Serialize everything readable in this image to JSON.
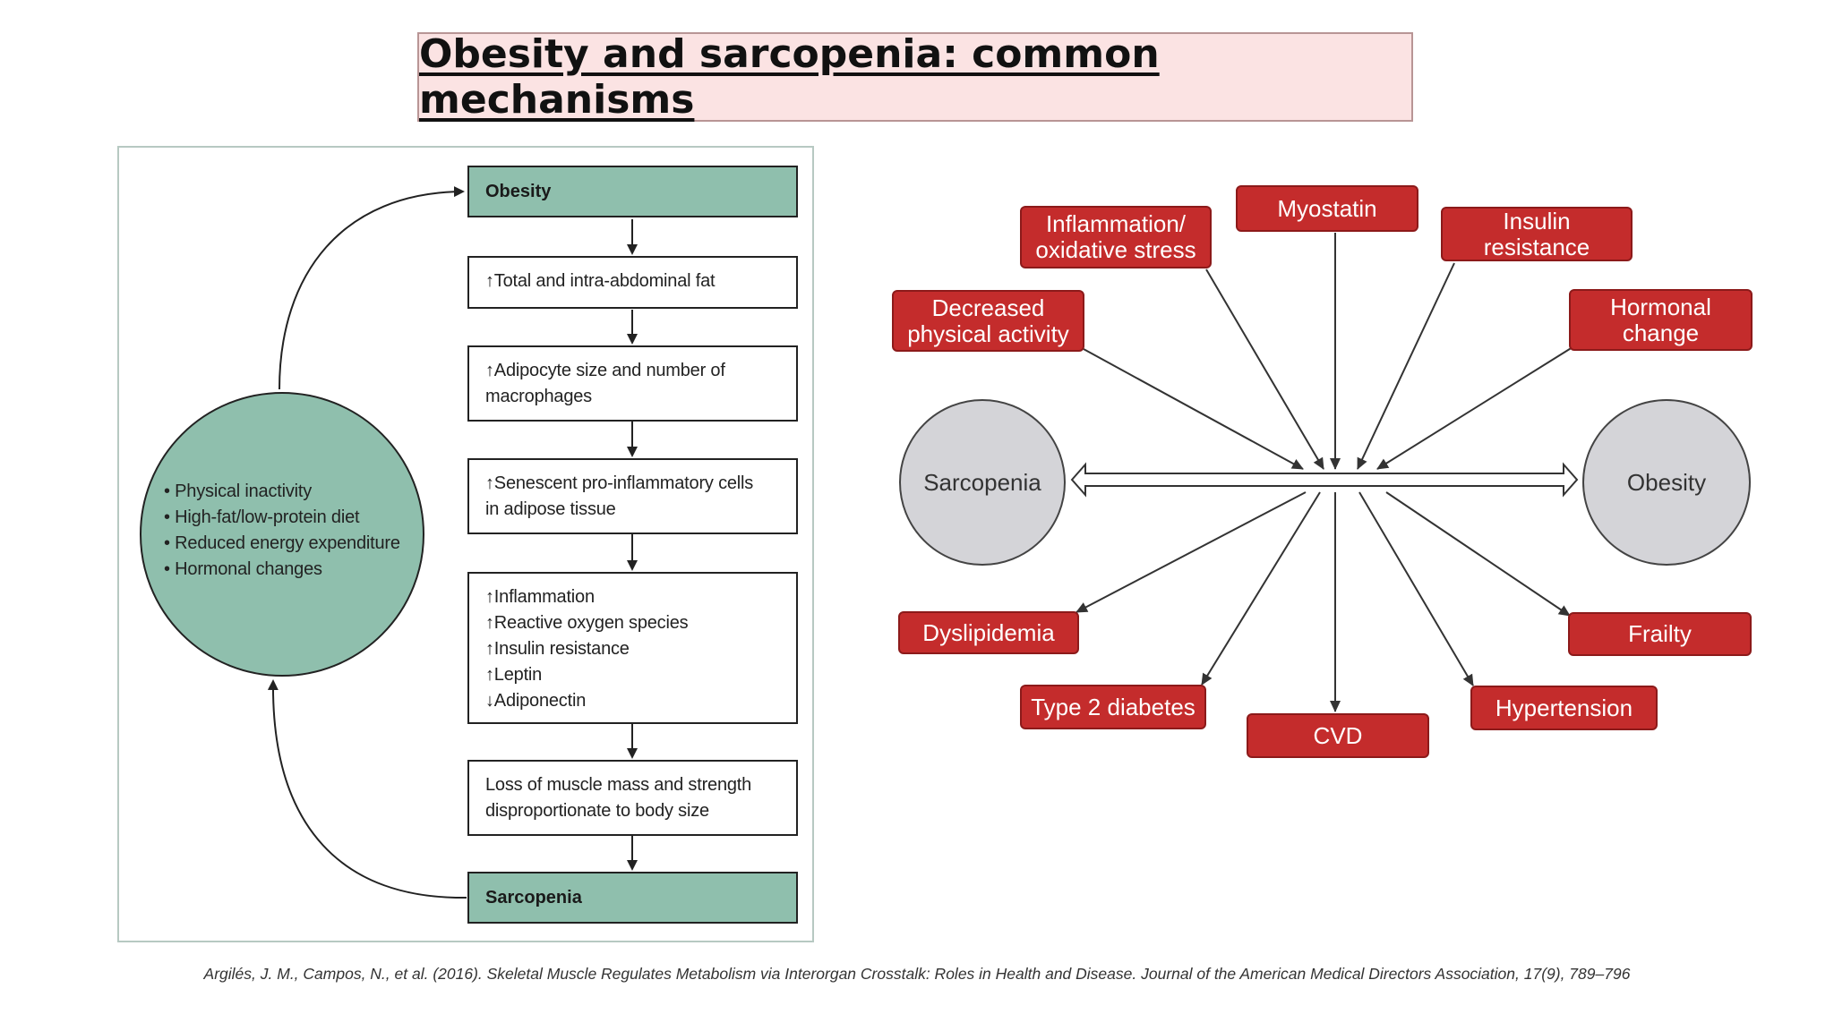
{
  "title": "Obesity and sarcopenia: common mechanisms",
  "left_diagram": {
    "top_box": "Obesity",
    "steps": [
      [
        "↑Total and intra-abdominal fat"
      ],
      [
        "↑Adipocyte size and number of",
        "macrophages"
      ],
      [
        "↑Senescent pro-inflammatory cells",
        "in adipose tissue"
      ],
      [
        "↑Inflammation",
        "↑Reactive oxygen species",
        "↑Insulin resistance",
        "↑Leptin",
        "↓Adiponectin"
      ],
      [
        "Loss of muscle mass and strength",
        "disproportionate to body size"
      ]
    ],
    "bottom_box": "Sarcopenia",
    "causes": [
      "• Physical inactivity",
      "• High-fat/low-protein diet",
      "• Reduced energy expenditure",
      "• Hormonal changes"
    ]
  },
  "right_diagram": {
    "left_node": "Sarcopenia",
    "right_node": "Obesity",
    "inputs": {
      "inflammation": [
        "Inflammation/",
        "oxidative stress"
      ],
      "myostatin": [
        "Myostatin"
      ],
      "insulin": [
        "Insulin",
        "resistance"
      ],
      "activity": [
        "Decreased",
        "physical activity"
      ],
      "hormonal": [
        "Hormonal",
        "change"
      ]
    },
    "outcomes": {
      "dyslipidemia": "Dyslipidemia",
      "diabetes": "Type 2 diabetes",
      "cvd": "CVD",
      "hypertension": "Hypertension",
      "frailty": "Frailty"
    },
    "colors": {
      "box_fill": "#c42c2c",
      "node_fill": "#d4d4d8",
      "flow_green": "#8fbfad"
    }
  },
  "citation": "Argilés, J. M., Campos, N., et al. (2016). Skeletal Muscle Regulates Metabolism via Interorgan Crosstalk: Roles in Health and Disease. Journal of the American Medical Directors Association, 17(9), 789–796"
}
